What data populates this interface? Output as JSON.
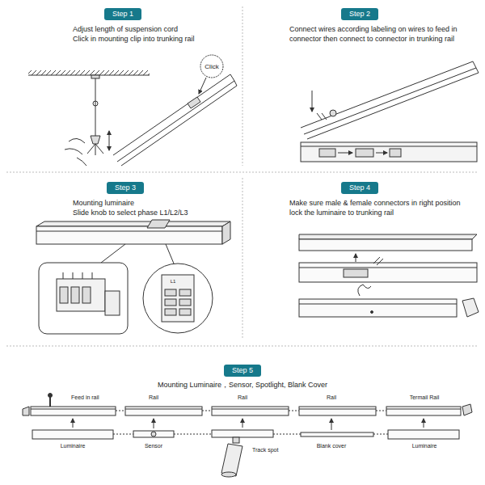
{
  "diagram": {
    "nodes": [
      {
        "text": [
          "Step 1"
        ]
      },
      {
        "text": [
          "Step 2"
        ]
      },
      {
        "text": [
          "Step 3"
        ]
      },
      {
        "text": [
          "Step 4"
        ]
      },
      {
        "text": [
          "Step 5"
        ]
      }
    ],
    "labels": [
      "Adjust length of suspension cord",
      "Click in mounting clip into trunking rail",
      "Click",
      "Connect wires according labeling on wires to feed in connector then connect to connector in trunking rail",
      "Mounting luminaire",
      "Slide knob to select phase L1/L2/L3",
      "L1",
      "Make sure male & female connectors in right position lock the luminaire to trunking rail",
      "Mounting Luminaire，Sensor, Spotlight, Blank Cover",
      "Feed in rail",
      "Rail",
      "Rail",
      "Rail",
      "Termail Rail",
      "Luminaire",
      "Sensor",
      "Track spot",
      "Blank cover",
      "Luminaire"
    ]
  }
}
